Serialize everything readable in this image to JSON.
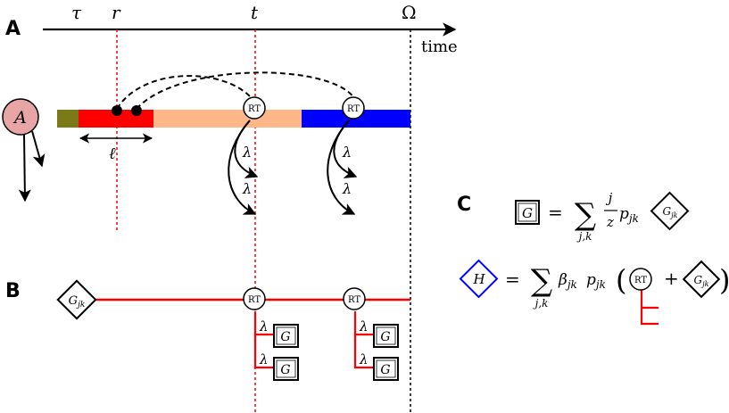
{
  "panels": {
    "a": "A",
    "b": "B",
    "c": "C"
  },
  "timeline": {
    "markers": {
      "tau": "τ",
      "r": "r",
      "t": "t",
      "omega": "Ω"
    },
    "axis_label": "time",
    "agent_label": "A",
    "ell_label": "ℓ",
    "rt_label": "RT",
    "lambda_label": "λ",
    "segment_colors": [
      "#7a7a18",
      "#ff0000",
      "#ffb688",
      "#0000ff"
    ]
  },
  "tree": {
    "root_label_main": "G",
    "root_label_sub": "jk",
    "rt_label": "RT",
    "lambda_label": "λ",
    "g_label": "G",
    "line_color": "#ff0000"
  },
  "equations": {
    "eq1": {
      "lhs": "G",
      "equals": "=",
      "sum_sub": "j,k",
      "frac_num": "j",
      "frac_den": "z",
      "p_main": "p",
      "p_sub": "jk",
      "rhs_main": "G",
      "rhs_sub": "jk"
    },
    "eq2": {
      "lhs": "H",
      "lhs_color": "#0000ff",
      "equals": "=",
      "sum_sub": "j,k",
      "beta_main": "β",
      "beta_sub": "jk",
      "p_main": "p",
      "p_sub": "jk",
      "paren_open": "(",
      "rt_label": "RT",
      "plus": "+",
      "g_main": "G",
      "g_sub": "jk",
      "paren_close": ")"
    }
  }
}
